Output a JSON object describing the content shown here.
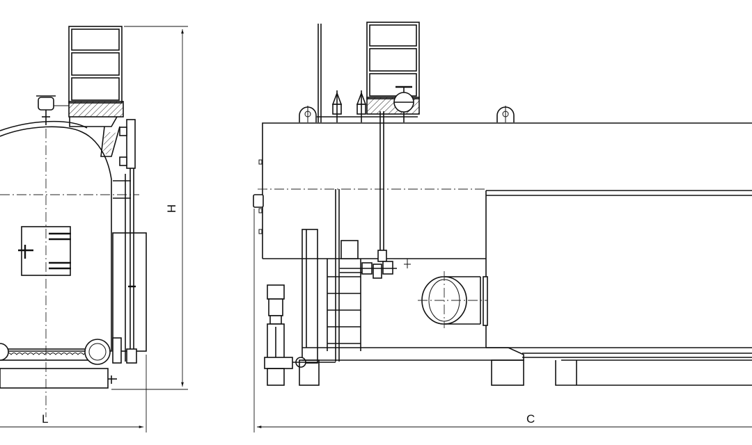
{
  "dimensions": {
    "height_label": "H",
    "length_label": "L",
    "total_length_label": "C"
  },
  "colors": {
    "line": "#111111",
    "background": "#ffffff"
  }
}
